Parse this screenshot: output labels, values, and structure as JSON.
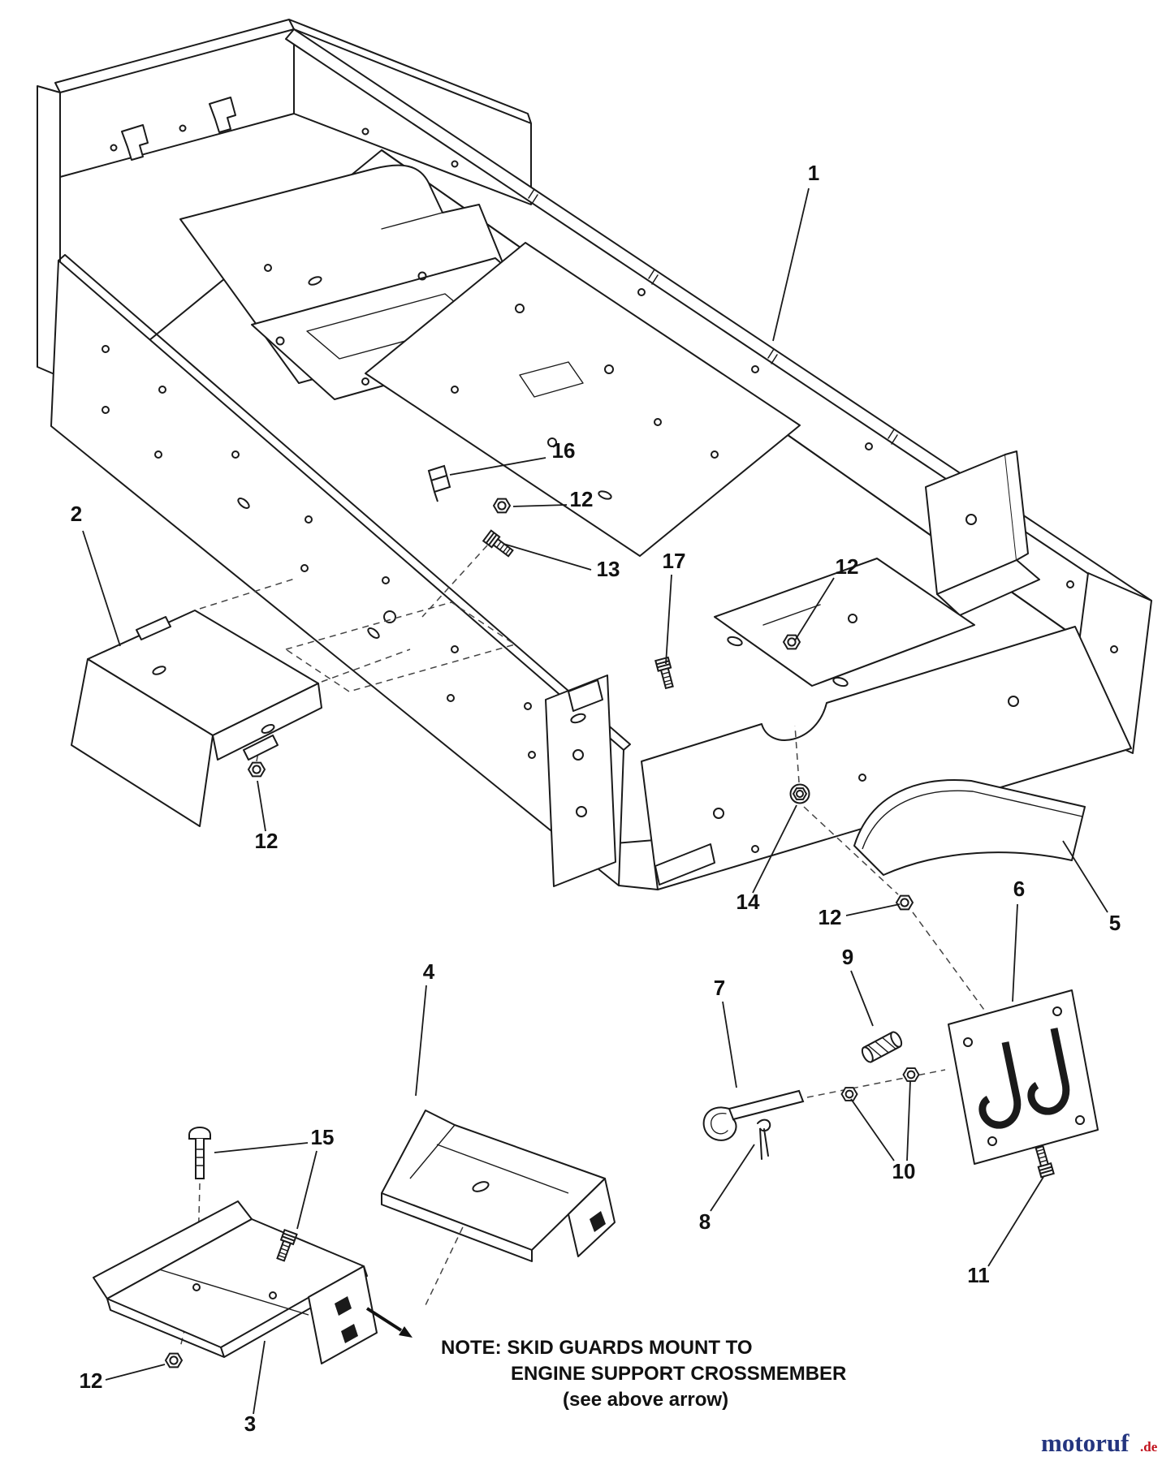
{
  "figure": {
    "background_color": "#ffffff",
    "line_color": "#1a1a1a",
    "description": "Exploded parts diagram of mower frame assembly with skid guards and hitch"
  },
  "callouts": [
    {
      "label": "1"
    },
    {
      "label": "2"
    },
    {
      "label": "16"
    },
    {
      "label": "12"
    },
    {
      "label": "13"
    },
    {
      "label": "17"
    },
    {
      "label": "12"
    },
    {
      "label": "12"
    },
    {
      "label": "14"
    },
    {
      "label": "12"
    },
    {
      "label": "5"
    },
    {
      "label": "6"
    },
    {
      "label": "9"
    },
    {
      "label": "7"
    },
    {
      "label": "10"
    },
    {
      "label": "8"
    },
    {
      "label": "11"
    },
    {
      "label": "4"
    },
    {
      "label": "15"
    },
    {
      "label": "12"
    },
    {
      "label": "3"
    }
  ],
  "note": {
    "line1": "NOTE: SKID GUARDS MOUNT TO",
    "line2": "ENGINE SUPPORT CROSSMEMBER",
    "line3": "(see above arrow)"
  },
  "watermark": {
    "name": "motoruf",
    "tld": ".de",
    "name_color": "#24357f",
    "tld_color": "#c1121c"
  }
}
